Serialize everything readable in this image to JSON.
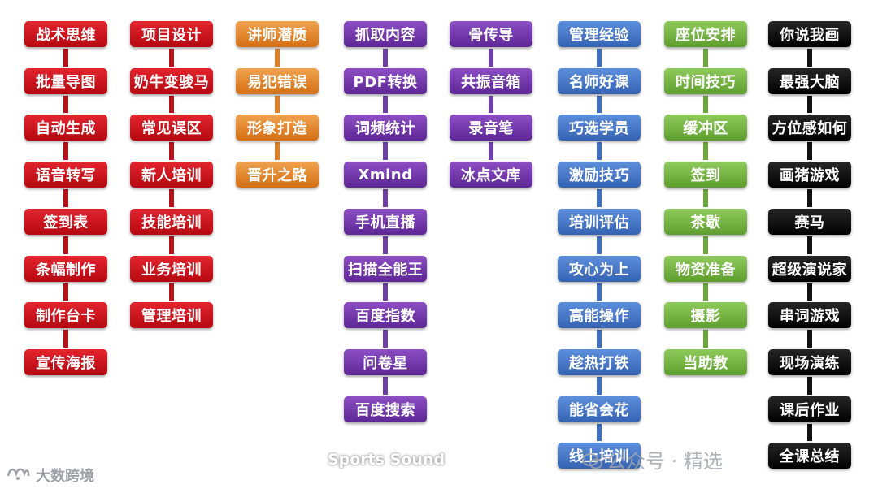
{
  "columns": [
    {
      "color": "red",
      "items": [
        "战术思维",
        "批量导图",
        "自动生成",
        "语音转写",
        "签到表",
        "条幅制作",
        "制作台卡",
        "宣传海报"
      ]
    },
    {
      "color": "red",
      "items": [
        "项目设计",
        "奶牛变骏马",
        "常见误区",
        "新人培训",
        "技能培训",
        "业务培训",
        "管理培训"
      ]
    },
    {
      "color": "orange",
      "items": [
        "讲师潜质",
        "易犯错误",
        "形象打造",
        "晋升之路"
      ]
    },
    {
      "color": "purple",
      "items": [
        "抓取内容",
        "PDF转换",
        "词频统计",
        "Xmind",
        "手机直播",
        "扫描全能王",
        "百度指数",
        "问卷星",
        "百度搜索"
      ]
    },
    {
      "color": "purple",
      "items": [
        "骨传导",
        "共振音箱",
        "录音笔",
        "冰点文库"
      ]
    },
    {
      "color": "blue",
      "items": [
        "管理经验",
        "名师好课",
        "巧选学员",
        "激励技巧",
        "培训评估",
        "攻心为上",
        "高能操作",
        "趁热打铁",
        "能省会花",
        "线上培训"
      ]
    },
    {
      "color": "green",
      "items": [
        "座位安排",
        "时间技巧",
        "缓冲区",
        "签到",
        "茶歇",
        "物资准备",
        "摄影",
        "当助教"
      ]
    },
    {
      "color": "black",
      "items": [
        "你说我画",
        "最强大脑",
        "方位感如何",
        "画猪游戏",
        "赛马",
        "超级演说家",
        "串词游戏",
        "现场演练",
        "课后作业",
        "全课总结"
      ]
    }
  ],
  "extra_label": "Sports Sound",
  "watermark_left": "大数跨境",
  "watermark_left_icon": "logo-icon",
  "watermark_right": "公众号 · 精选"
}
